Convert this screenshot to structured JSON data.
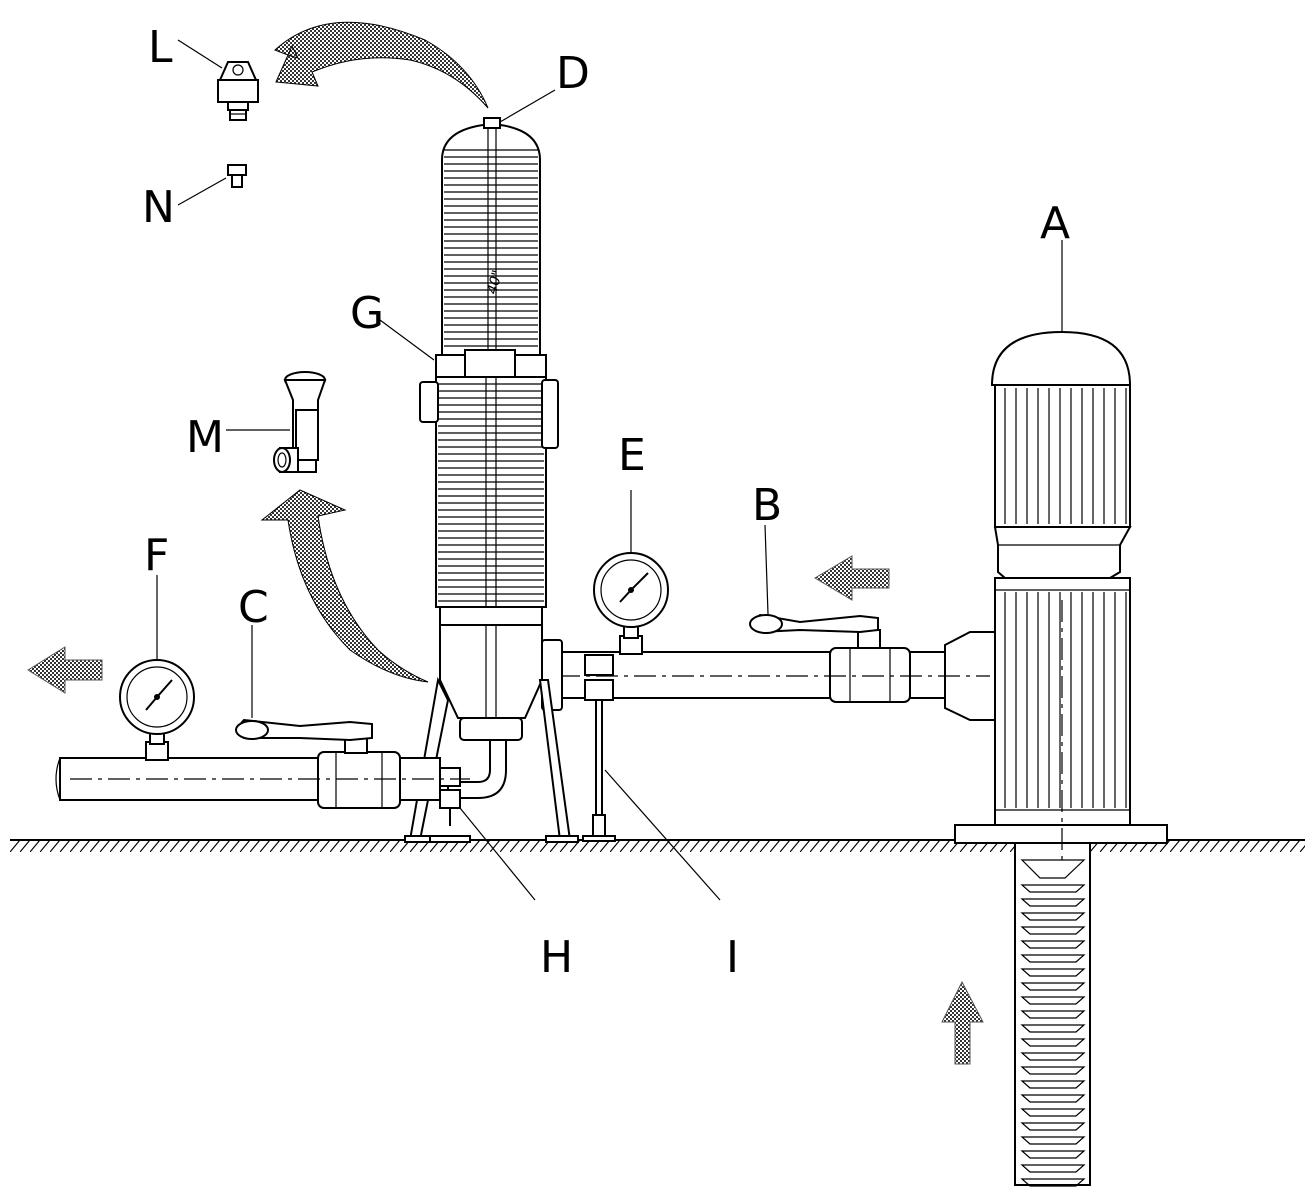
{
  "labels": {
    "A": "A",
    "B": "B",
    "C": "C",
    "D": "D",
    "E": "E",
    "F": "F",
    "G": "G",
    "H": "H",
    "I": "I",
    "L": "L",
    "M": "M",
    "N": "N"
  },
  "filter_marking": "40\"",
  "colors": {
    "line": "#000000",
    "arrow_pattern": "#555555",
    "background": "#ffffff"
  }
}
